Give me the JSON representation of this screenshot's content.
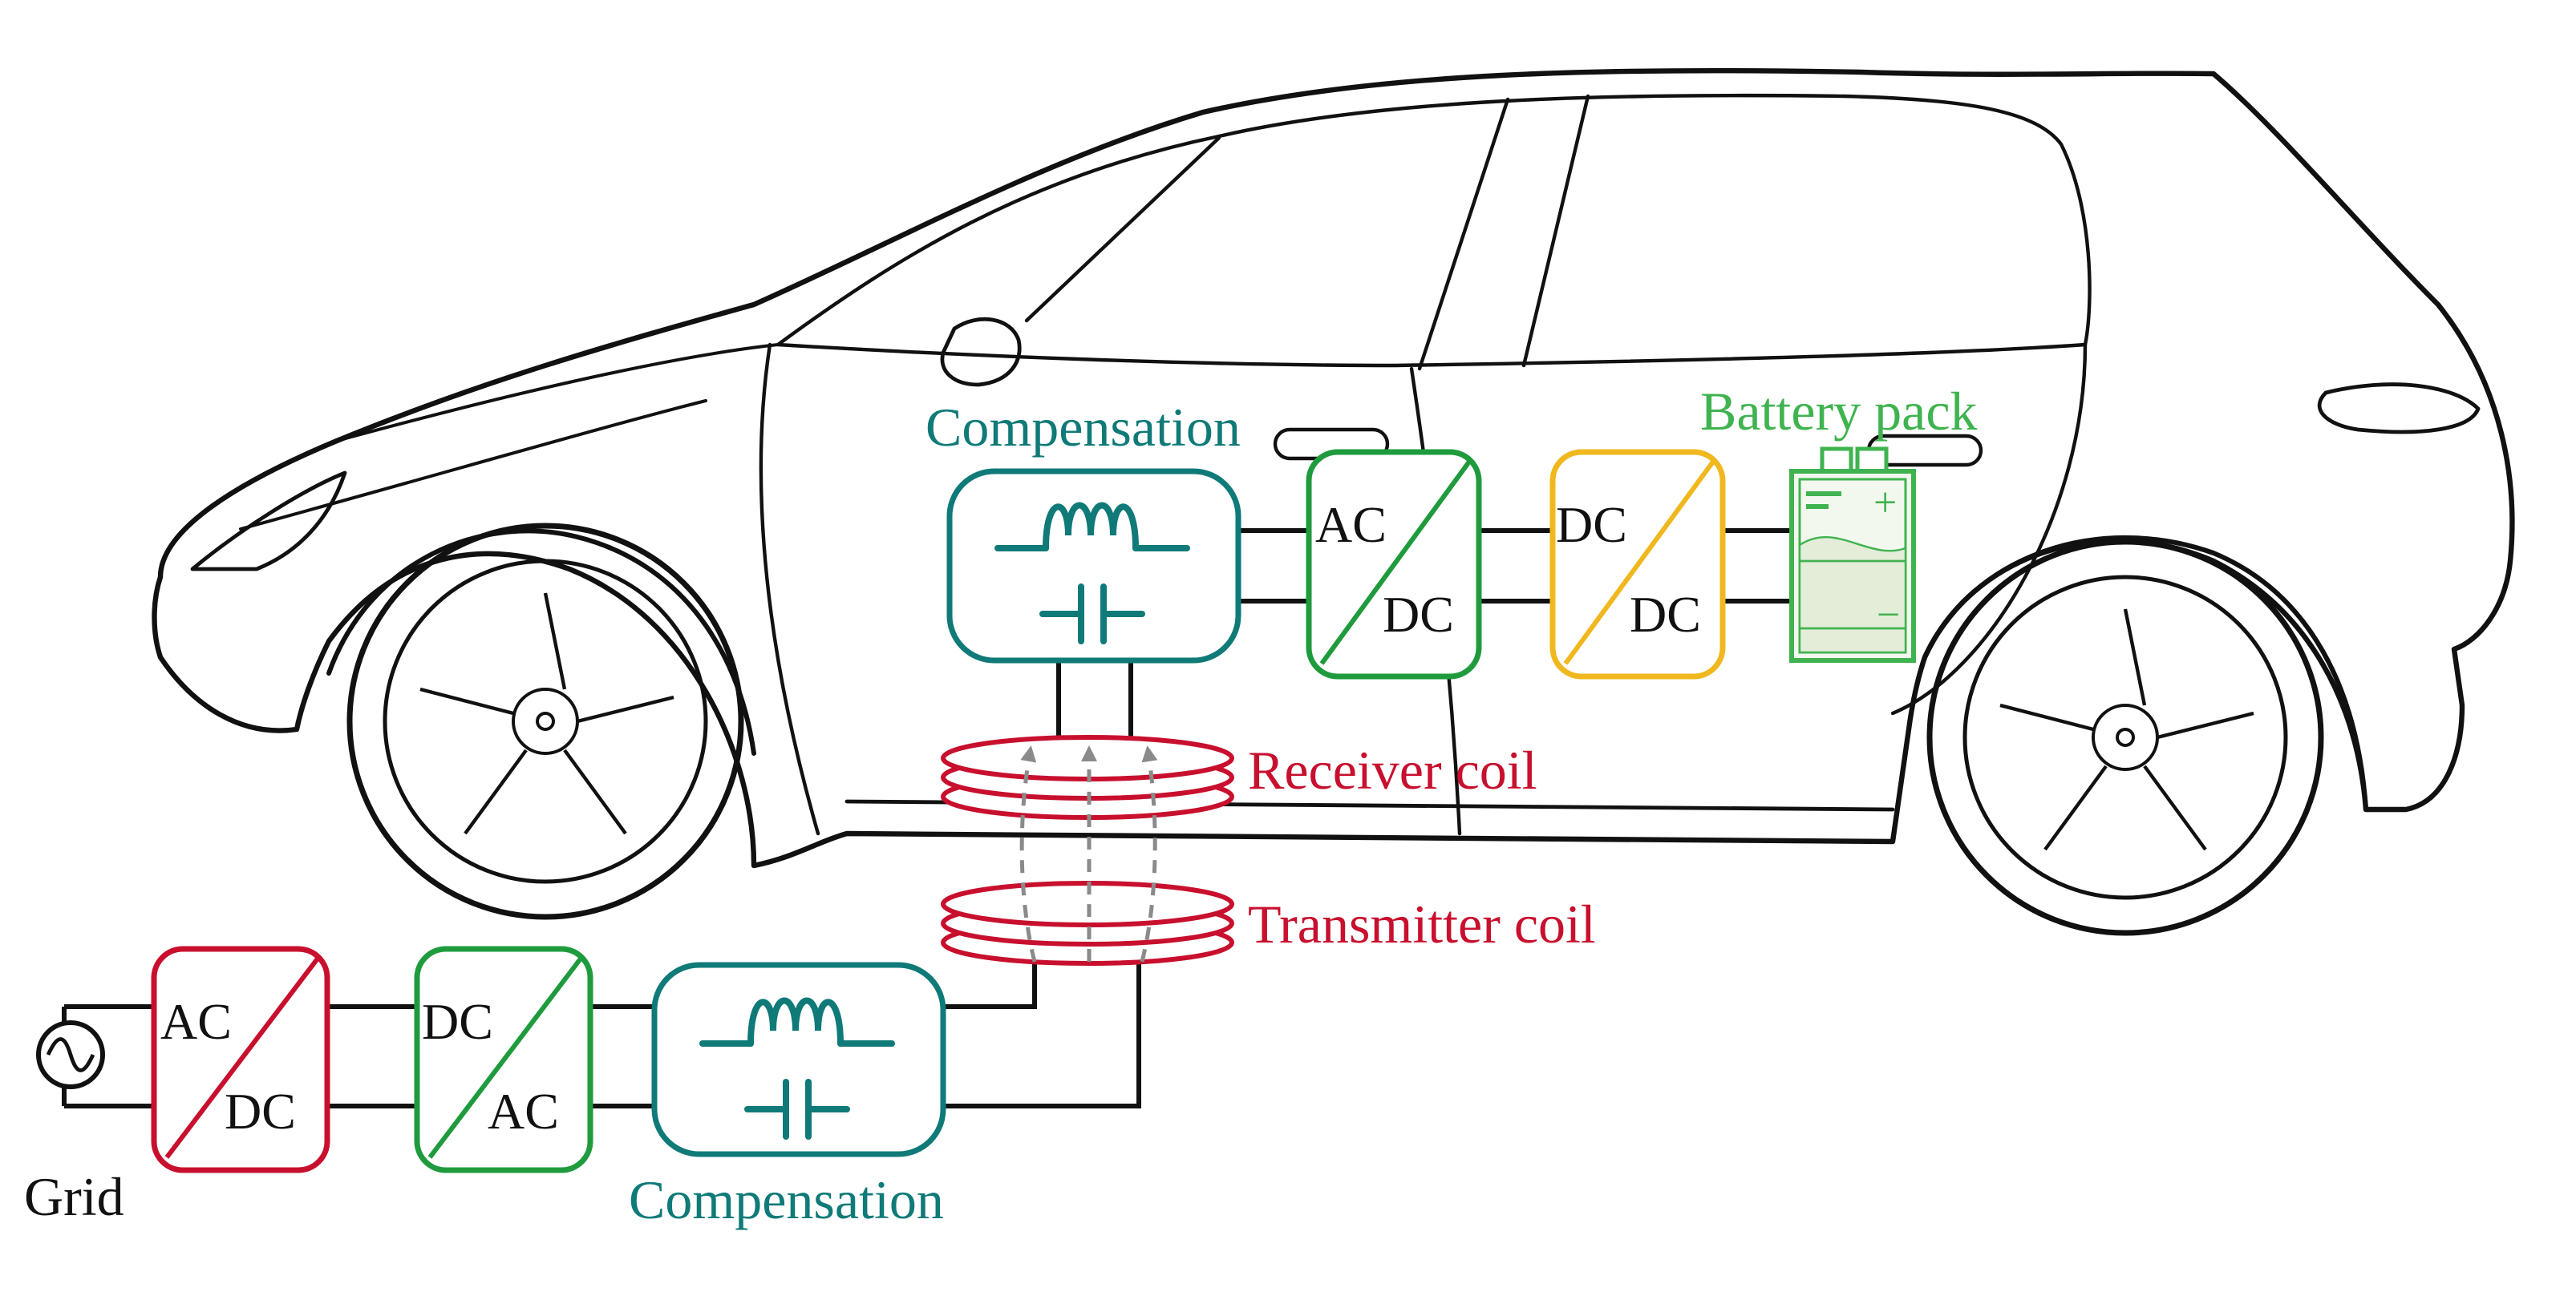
{
  "labels": {
    "grid": "Grid",
    "compensation_bottom": "Compensation",
    "compensation_top": "Compensation",
    "receiver_coil": "Receiver coil",
    "transmitter_coil": "Transmitter coil",
    "battery_pack": "Battery pack"
  },
  "converters": {
    "grid_rectifier": {
      "top": "AC",
      "bottom": "DC"
    },
    "inverter": {
      "top": "DC",
      "bottom": "AC"
    },
    "vehicle_rectifier": {
      "top": "AC",
      "bottom": "DC"
    },
    "dcdc": {
      "top": "DC",
      "bottom": "DC"
    }
  },
  "battery": {
    "plus": "+",
    "minus": "−"
  },
  "colors": {
    "red": "#c8102e",
    "green": "#1f9b3e",
    "teal": "#0f7a78",
    "yellow": "#f0b81e",
    "battery": "#3fb34f",
    "black": "#111111",
    "arrow": "#8a8a8a"
  }
}
